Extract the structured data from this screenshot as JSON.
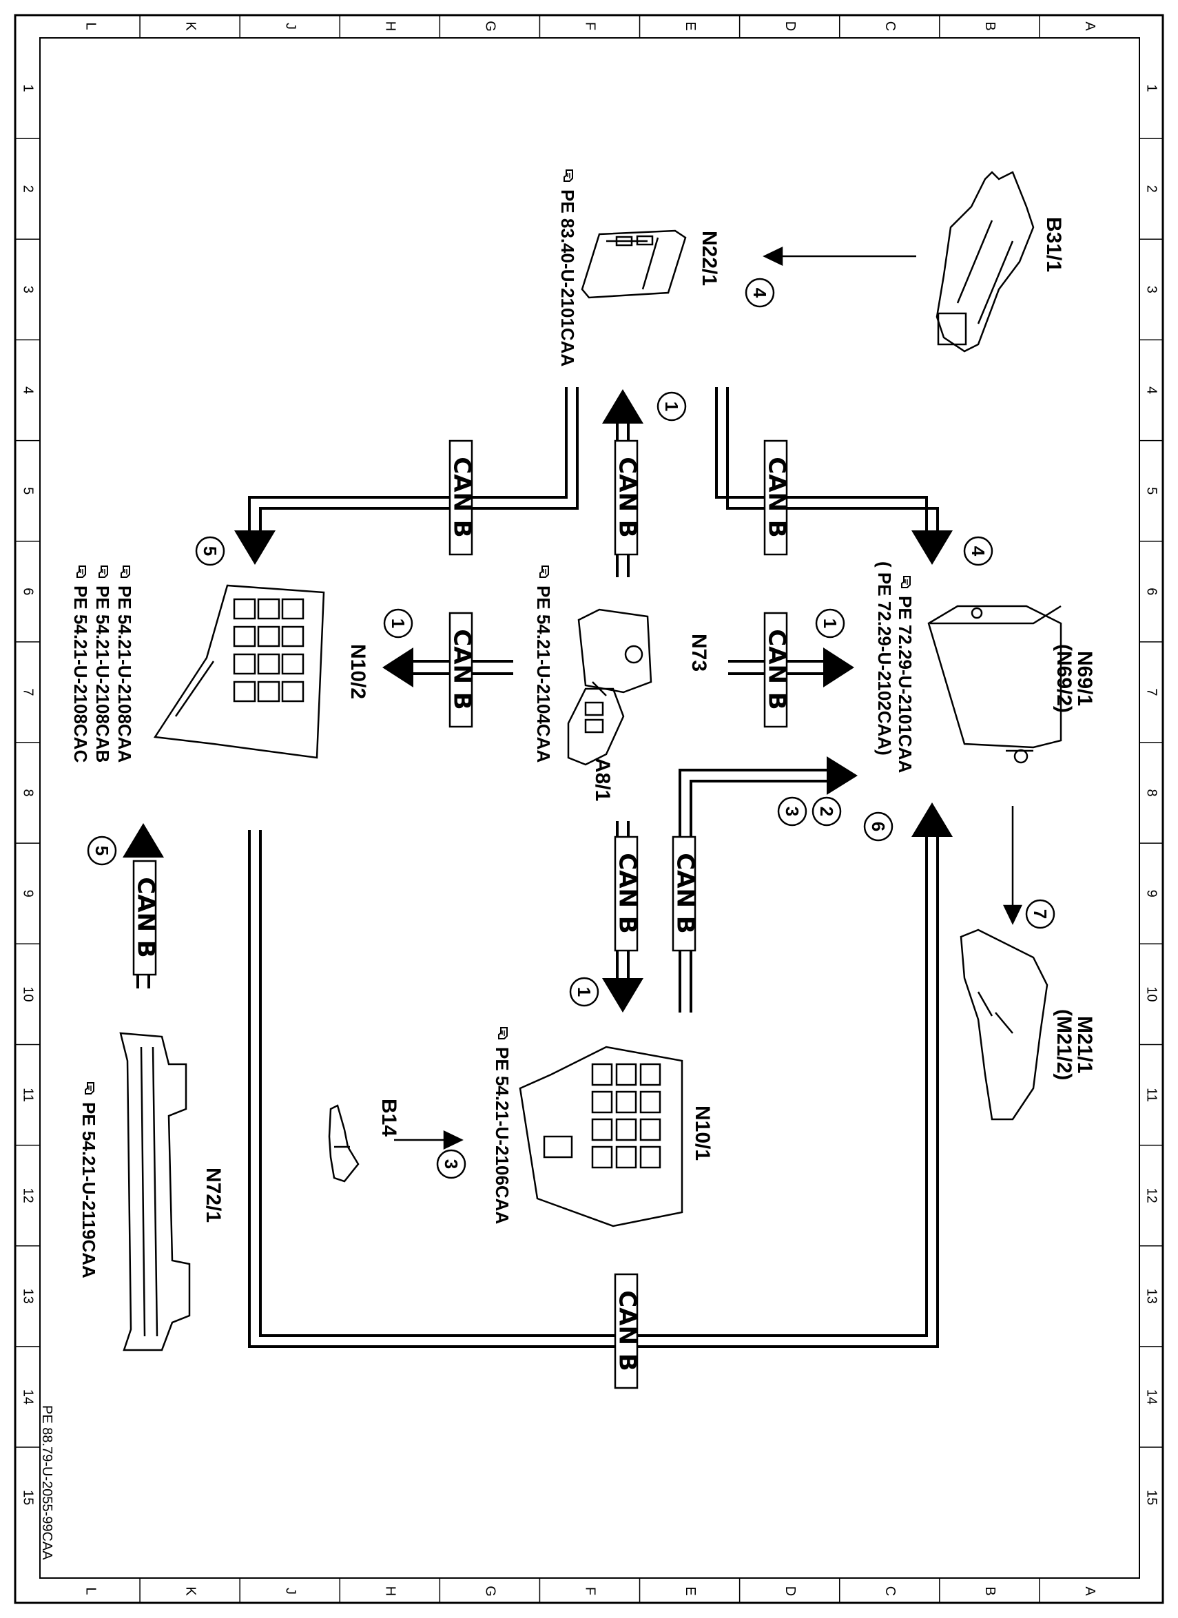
{
  "grid": {
    "columns": [
      "L",
      "K",
      "J",
      "H",
      "G",
      "F",
      "E",
      "D",
      "C",
      "B",
      "A"
    ],
    "rows": [
      "1",
      "2",
      "3",
      "4",
      "5",
      "6",
      "7",
      "8",
      "9",
      "10",
      "11",
      "12",
      "13",
      "14",
      "15"
    ]
  },
  "components": {
    "b31_1": {
      "label": "B31/1"
    },
    "n22_1": {
      "label": "N22/1",
      "ref": "PE 83.40-U-2101CAA"
    },
    "n69_1": {
      "label": "N69/1",
      "label2": "(N69/2)",
      "ref1": "PE 72.29-U-2101CAA",
      "ref2": "(  PE 72.29-U-2102CAA)"
    },
    "n73": {
      "label": "N73",
      "ref": "PE 54.21-U-2104CAA"
    },
    "a8_1": {
      "label": "A8/1"
    },
    "n10_2": {
      "label": "N10/2",
      "ref1": "PE 54.21-U-2108CAA",
      "ref2": "PE 54.21-U-2108CAB",
      "ref3": "PE 54.21-U-2108CAC"
    },
    "n10_1": {
      "label": "N10/1",
      "ref": "PE 54.21-U-2106CAA"
    },
    "b14": {
      "label": "B14"
    },
    "n72_1": {
      "label": "N72/1",
      "ref": "PE 54.21-U-2119CAA"
    },
    "m21_1": {
      "label": "M21/1",
      "label2": "(M21/2)"
    }
  },
  "bus": {
    "can_b": "CAN B"
  },
  "markers": {
    "m1": "1",
    "m2": "2",
    "m3": "3",
    "m4": "4",
    "m5": "5",
    "m6": "6",
    "m7": "7"
  },
  "document_id": "PE 88.79-U-2055-99CAA"
}
